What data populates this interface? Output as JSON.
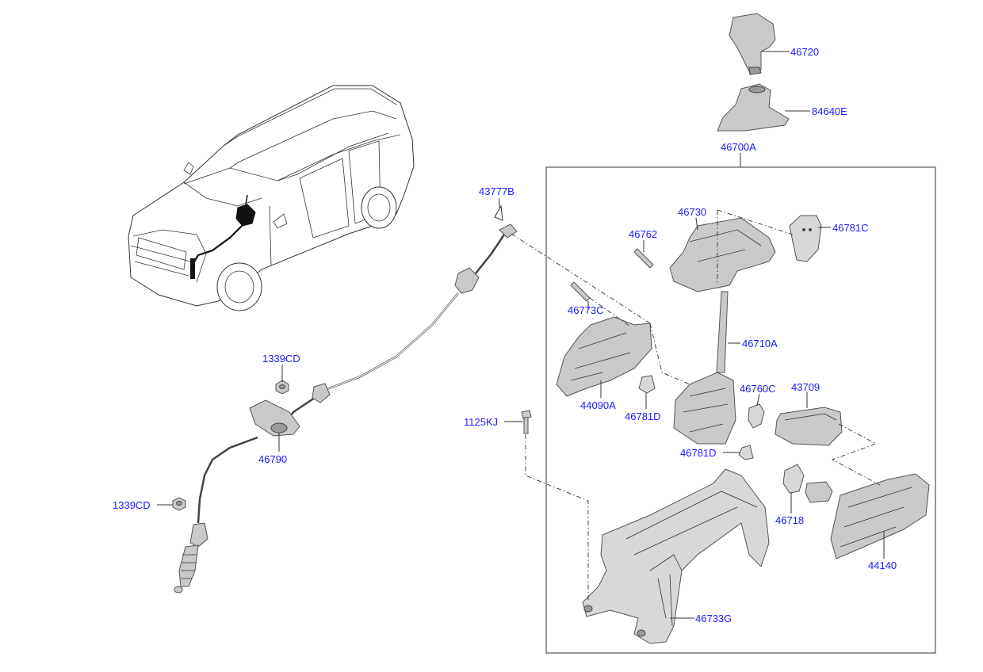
{
  "diagram": {
    "labels": {
      "p46720": "46720",
      "p84640E": "84640E",
      "p46700A": "46700A",
      "p46730": "46730",
      "p46781C": "46781C",
      "p46762": "46762",
      "p43777B": "43777B",
      "p46773C": "46773C",
      "p46710A": "46710A",
      "p1339CD_top": "1339CD",
      "p44090A": "44090A",
      "p46781D_a": "46781D",
      "p46760C": "46760C",
      "p43709": "43709",
      "p1125KJ": "1125KJ",
      "p46790": "46790",
      "p46781D_b": "46781D",
      "p46718": "46718",
      "p1339CD_bottom": "1339CD",
      "p44140": "44140",
      "p46733G": "46733G"
    },
    "colors": {
      "label": "#1a1aff",
      "part": "#c9c9c9",
      "line": "#333333"
    }
  }
}
